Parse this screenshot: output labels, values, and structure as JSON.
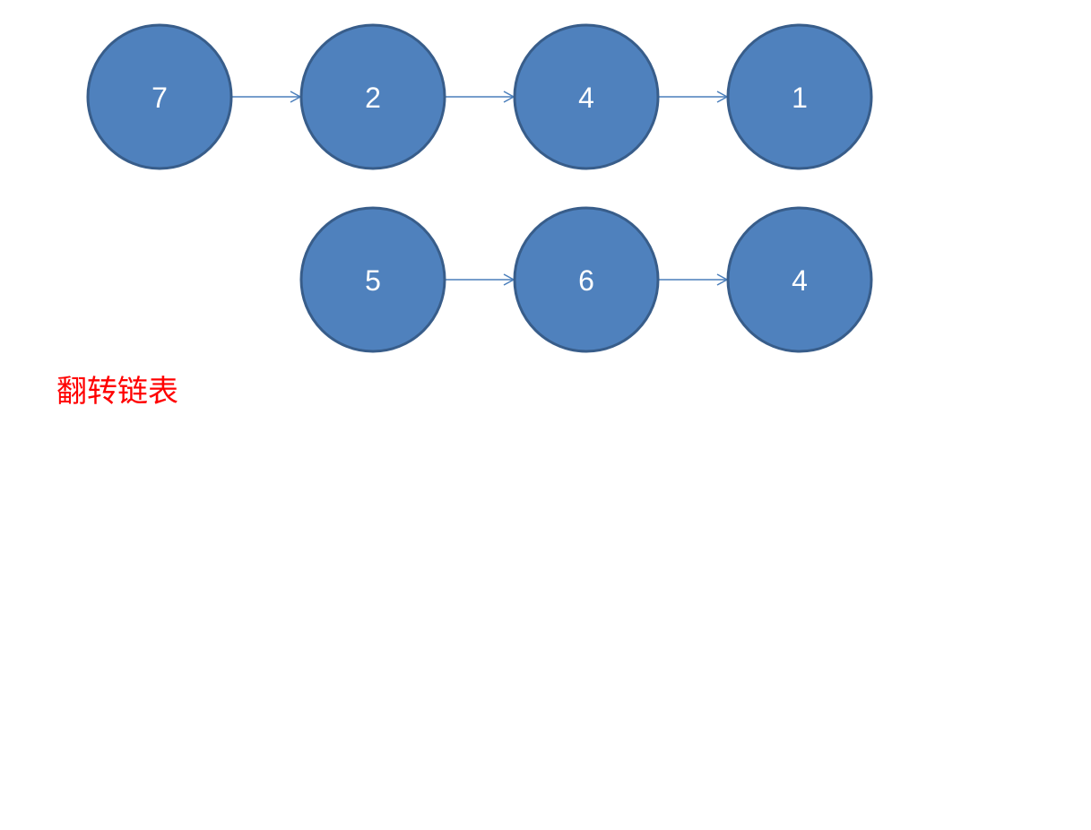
{
  "lists": [
    {
      "nodes": [
        "7",
        "2",
        "4",
        "1"
      ]
    },
    {
      "nodes": [
        "5",
        "6",
        "4"
      ]
    }
  ],
  "caption": "翻转链表",
  "colors": {
    "node_fill": "#4f81bd",
    "node_stroke": "#385d8a",
    "arrow": "#4a7ebb",
    "node_text": "#ffffff",
    "caption": "#ff0000"
  }
}
